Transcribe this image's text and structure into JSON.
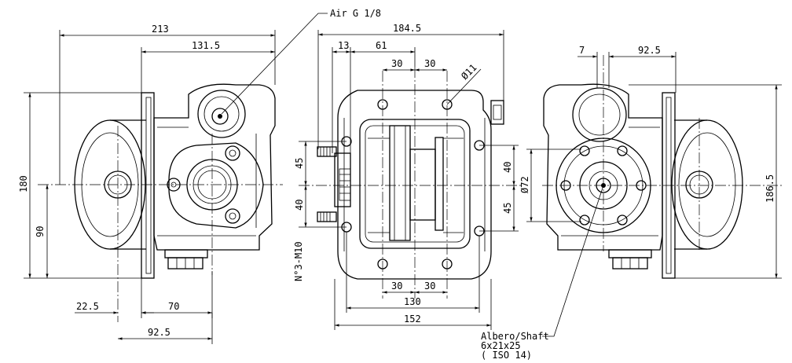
{
  "left_view": {
    "dims": {
      "total_width": "213",
      "flange_to_right": "131.5",
      "height": "180",
      "half_height": "90",
      "offset_a": "22.5",
      "offset_b": "70",
      "offset_c": "92.5"
    },
    "air_label": "Air G 1/8"
  },
  "middle_view": {
    "dims": {
      "overall": "184.5",
      "d13": "13",
      "d61": "61",
      "top_30_a": "30",
      "top_30_b": "30",
      "bot_30_a": "30",
      "bot_30_b": "30",
      "d130": "130",
      "d152": "152",
      "left_45": "45",
      "left_40": "40",
      "right_40": "40",
      "right_45": "45",
      "bore": "Ø11",
      "pilot": "Ø72"
    },
    "thread_label": "N°3-M10"
  },
  "right_view": {
    "dims": {
      "d7": "7",
      "d92_5": "92.5",
      "height": "186.5"
    },
    "shaft_label": [
      "Albero/Shaft",
      "6x21x25",
      "( ISO 14)"
    ]
  }
}
